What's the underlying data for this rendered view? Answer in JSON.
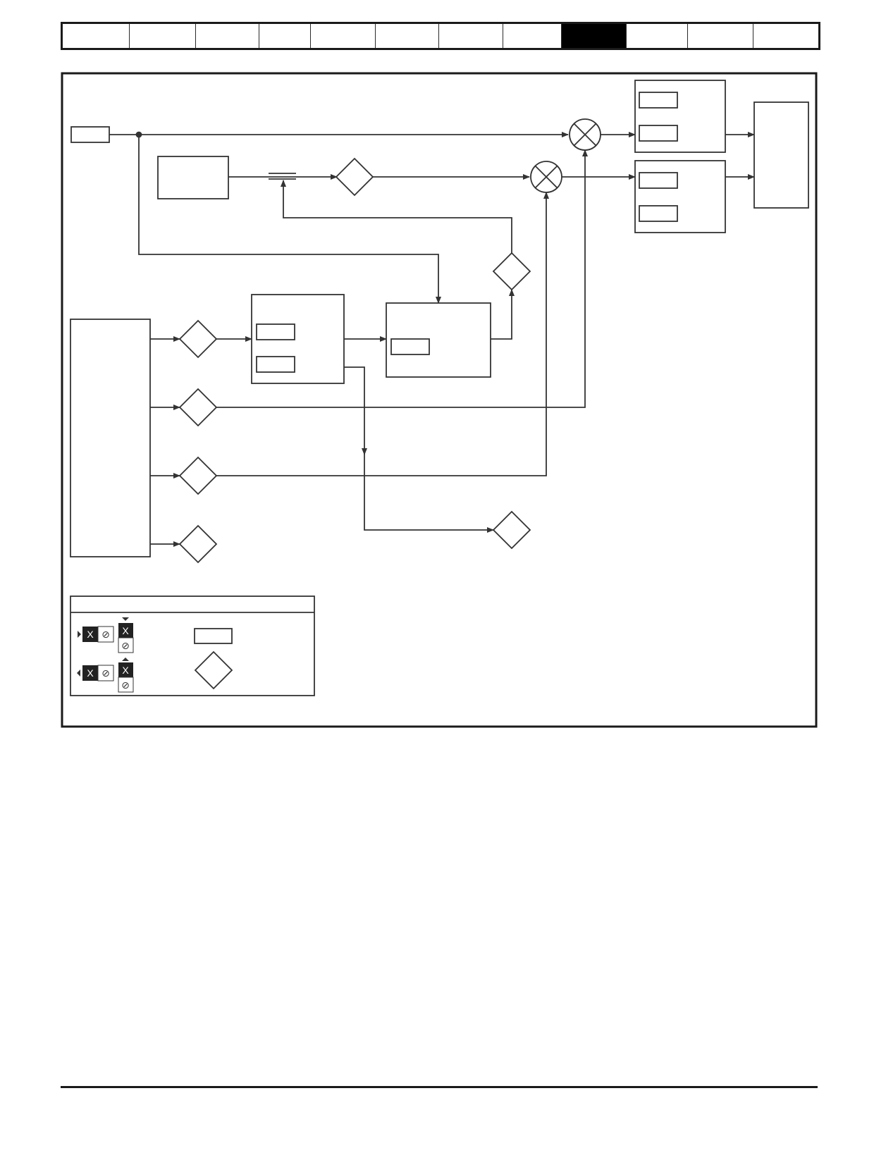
{
  "colors": {
    "line": "#333333",
    "frame": "#1a1a1a",
    "active_tab": "#000000",
    "background": "#ffffff"
  },
  "nav": {
    "tab_count": 12,
    "active_index": 8
  },
  "legend": {
    "read_write_symbol": "X",
    "read_only_symbol": "⊘",
    "icons": [
      "input-terminal-icon",
      "output-terminal-icon",
      "parameter-box-icon",
      "parameter-diamond-icon"
    ]
  }
}
